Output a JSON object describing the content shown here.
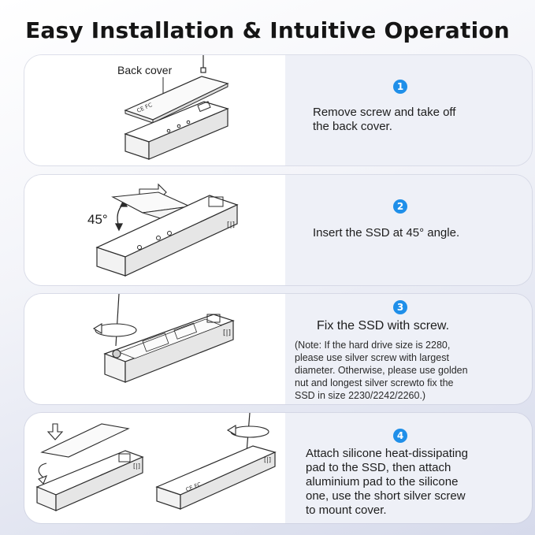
{
  "title": "Easy Installation & Intuitive Operation",
  "steps": [
    {
      "number": "1",
      "label_back_cover": "Back cover",
      "text": "Remove screw and take off\nthe back cover."
    },
    {
      "number": "2",
      "angle_label": "45°",
      "text": "Insert the SSD at 45° angle."
    },
    {
      "number": "3",
      "text": "Fix the SSD with screw.",
      "note": "(Note: If the hard drive size is 2280,\nplease use silver screw with largest\ndiameter. Otherwise, please use golden\nnut and longest silver screwto fix the\nSSD in size 2230/2242/2260.)"
    },
    {
      "number": "4",
      "text": "Attach silicone heat-dissipating\npad to the SSD, then attach\naluminium pad to the silicone\none, use the short silver screw\nto mount cover."
    }
  ],
  "colors": {
    "accent": "#1f8fe9",
    "card_right_bg": "#eef0f7",
    "line": "#2b2b2b"
  },
  "icons": [
    "step-number-icon",
    "screwdriver-icon",
    "rotate-arrow-icon",
    "push-arrow-icon",
    "down-arrow-icon"
  ]
}
